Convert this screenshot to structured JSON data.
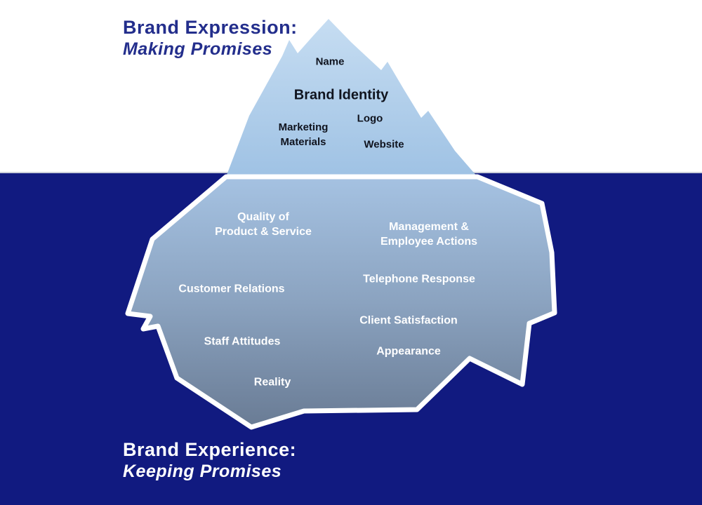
{
  "diagram": {
    "headings": {
      "expression": {
        "line1": "Brand Expression:",
        "line2": "Making Promises"
      },
      "experience": {
        "line1": "Brand Experience:",
        "line2": "Keeping Promises"
      }
    },
    "above_water_labels": {
      "name": "Name",
      "brand_identity": "Brand Identity",
      "logo": "Logo",
      "marketing_materials_line1": "Marketing",
      "marketing_materials_line2": "Materials",
      "website": "Website"
    },
    "below_water_labels": {
      "quality_line1": "Quality of",
      "quality_line2": "Product & Service",
      "management_line1": "Management &",
      "management_line2": "Employee Actions",
      "customer_relations": "Customer Relations",
      "telephone_response": "Telephone Response",
      "client_satisfaction": "Client Satisfaction",
      "staff_attitudes": "Staff Attitudes",
      "appearance": "Appearance",
      "reality": "Reality"
    },
    "colors": {
      "sea": "#111a80",
      "sky": "#ffffff",
      "iceberg_tip_top": "#c6ddf2",
      "iceberg_tip_bottom": "#9fc2e4",
      "iceberg_body_top": "#a5c2e2",
      "iceberg_body_bottom": "#697b94",
      "iceberg_outline": "#ffffff",
      "heading_above_text": "#232e8c",
      "heading_below_text": "#ffffff",
      "label_above_text": "#10141f",
      "label_below_text": "#ffffff"
    }
  }
}
